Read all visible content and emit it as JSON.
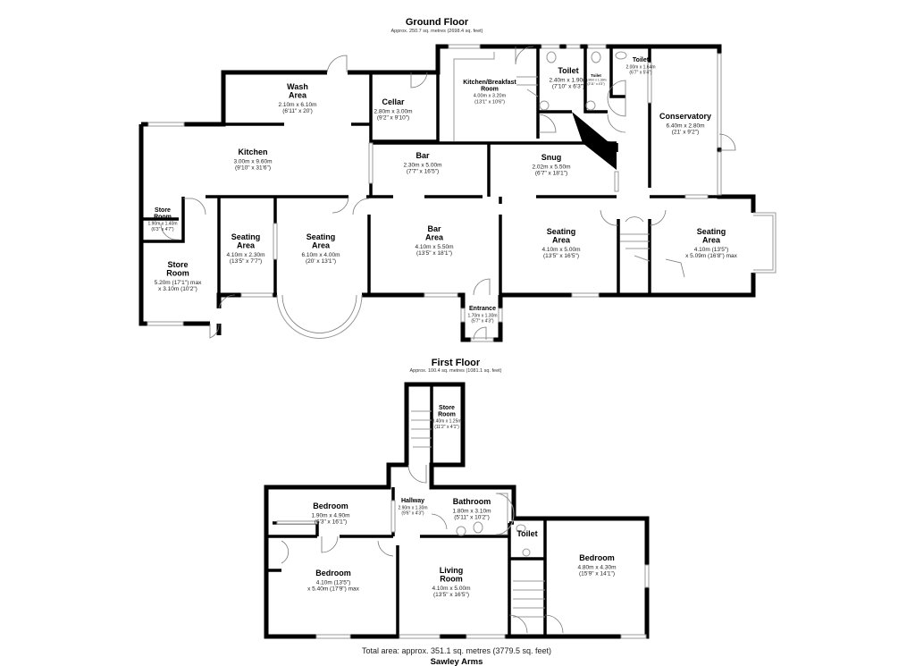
{
  "ground_floor": {
    "title": "Ground Floor",
    "area": "Approx. 250.7 sq. metres (2698.4 sq. feet)",
    "rooms": [
      {
        "name": [
          "Wash",
          "Area"
        ],
        "dims": [
          "2.10m x 6.10m",
          "(6'11\" x 20')"
        ]
      },
      {
        "name": [
          "Cellar"
        ],
        "dims": [
          "2.80m x 3.00m",
          "(9'2\" x 9'10\")"
        ]
      },
      {
        "name": [
          "Kitchen/Breakfast",
          "Room"
        ],
        "dims": [
          "4.00m x 3.20m",
          "(13'1\" x 10'6\")"
        ]
      },
      {
        "name": [
          "Toilet"
        ],
        "dims": [
          "2.40m x 1.90m",
          "(7'10\" x 6'3\")"
        ]
      },
      {
        "name": [
          "Toilet"
        ],
        "dims": [
          "0.90m x 1.30m",
          "(2'11\" x 4'3\")"
        ]
      },
      {
        "name": [
          "Toilet"
        ],
        "dims": [
          "2.00m x 1.64m",
          "(6'7\" x 5'4\")"
        ]
      },
      {
        "name": [
          "Conservatory"
        ],
        "dims": [
          "6.40m x 2.80m",
          "(21' x 9'2\")"
        ]
      },
      {
        "name": [
          "Kitchen"
        ],
        "dims": [
          "3.00m x 9.60m",
          "(9'10\" x 31'6\")"
        ]
      },
      {
        "name": [
          "Bar"
        ],
        "dims": [
          "2.30m x 5.00m",
          "(7'7\" x 16'5\")"
        ]
      },
      {
        "name": [
          "Snug"
        ],
        "dims": [
          "2.02m x 5.50m",
          "(6'7\" x 18'1\")"
        ]
      },
      {
        "name": [
          "Store",
          "Room"
        ],
        "dims": [
          "1.90m x 1.40m",
          "(6'3\" x 4'7\")"
        ]
      },
      {
        "name": [
          "Store",
          "Room"
        ],
        "dims": [
          "5.20m (17'1\") max",
          "x 3.10m (10'2\")"
        ]
      },
      {
        "name": [
          "Seating",
          "Area"
        ],
        "dims": [
          "4.10m x 2.30m",
          "(13'5\" x 7'7\")"
        ]
      },
      {
        "name": [
          "Seating",
          "Area"
        ],
        "dims": [
          "6.10m x 4.00m",
          "(20' x 13'1\")"
        ]
      },
      {
        "name": [
          "Bar",
          "Area"
        ],
        "dims": [
          "4.10m x 5.50m",
          "(13'5\" x 18'1\")"
        ]
      },
      {
        "name": [
          "Entrance"
        ],
        "dims": [
          "1.70m x 1.30m",
          "(5'7\" x 4'3\")"
        ]
      },
      {
        "name": [
          "Seating",
          "Area"
        ],
        "dims": [
          "4.10m x 5.00m",
          "(13'5\" x 16'5\")"
        ]
      },
      {
        "name": [
          "Seating",
          "Area"
        ],
        "dims": [
          "4.10m (13'5\")",
          "x 5.09m (16'8\") max"
        ]
      }
    ]
  },
  "first_floor": {
    "title": "First Floor",
    "area": "Approx. 100.4 sq. metres (1081.1 sq. feet)",
    "rooms": [
      {
        "name": [
          "Store",
          "Room"
        ],
        "dims": [
          "3.40m x 1.25m",
          "(11'2\" x 4'1\")"
        ]
      },
      {
        "name": [
          "Bedroom"
        ],
        "dims": [
          "1.90m x 4.90m",
          "(6'3\" x 16'1\")"
        ]
      },
      {
        "name": [
          "Hallway"
        ],
        "dims": [
          "2.90m x 1.30m",
          "(9'6\" x 4'3\")"
        ]
      },
      {
        "name": [
          "Bathroom"
        ],
        "dims": [
          "1.80m x 3.10m",
          "(5'11\" x 10'2\")"
        ]
      },
      {
        "name": [
          "Toilet"
        ],
        "dims": []
      },
      {
        "name": [
          "Bedroom"
        ],
        "dims": [
          "4.10m (13'5\")",
          "x 5.40m (17'9\") max"
        ]
      },
      {
        "name": [
          "Living",
          "Room"
        ],
        "dims": [
          "4.10m x 5.00m",
          "(13'5\" x 16'5\")"
        ]
      },
      {
        "name": [
          "Bedroom"
        ],
        "dims": [
          "4.80m x 4.30m",
          "(15'9\" x 14'1\")"
        ]
      }
    ]
  },
  "footer": {
    "total_area": "Total area: approx. 351.1 sq. metres (3779.5 sq. feet)",
    "property_name": "Sawley Arms"
  }
}
